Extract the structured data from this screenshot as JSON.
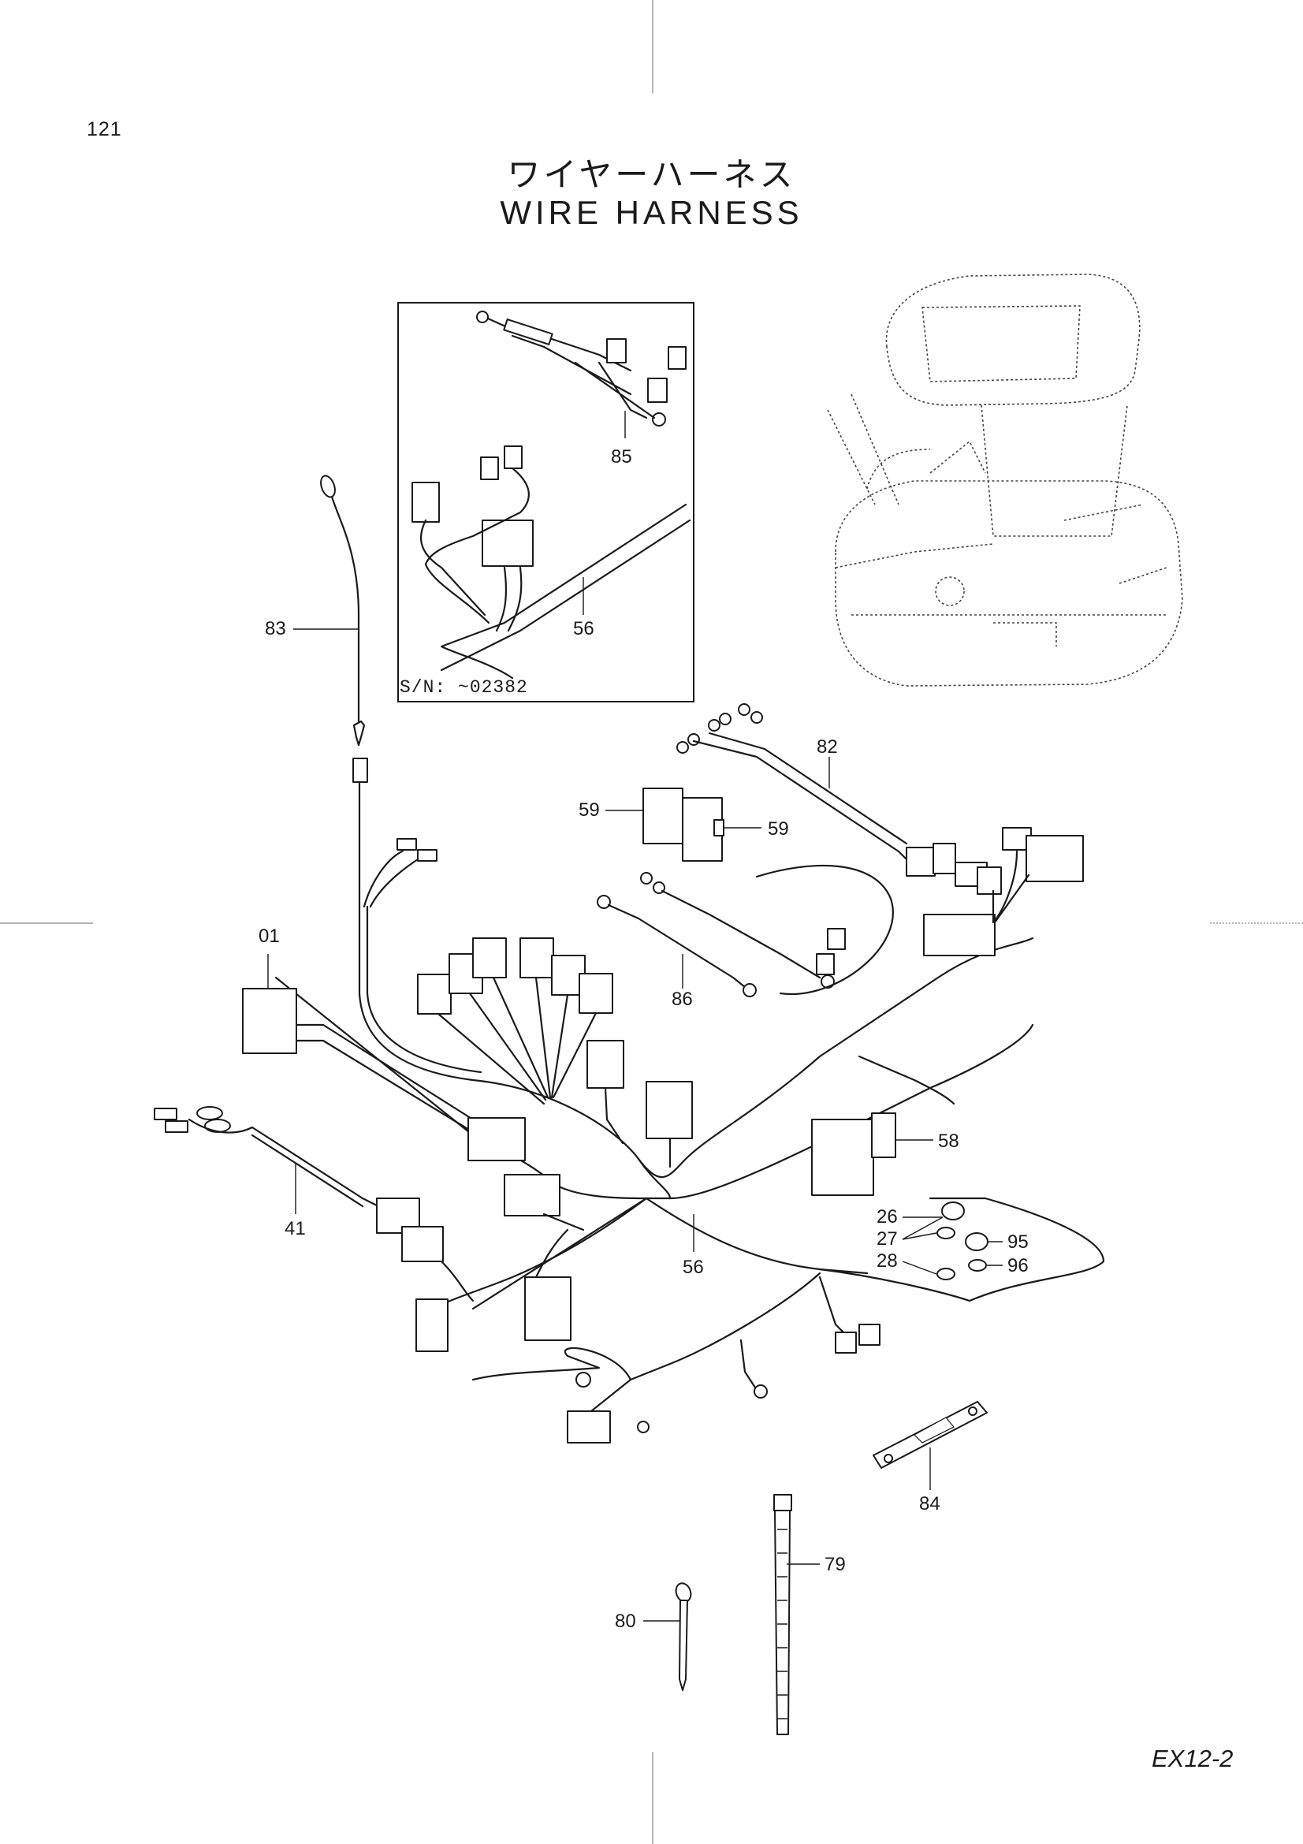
{
  "page": {
    "page_number": "121",
    "title_jp": "ワイヤーハーネス",
    "title_en": "WIRE  HARNESS",
    "doc_code": "EX12-2"
  },
  "inset": {
    "serial_note": "S/N:  ~02382"
  },
  "callouts": [
    {
      "id": "c-85",
      "label": "85"
    },
    {
      "id": "c-56-inset",
      "label": "56"
    },
    {
      "id": "c-83",
      "label": "83"
    },
    {
      "id": "c-82",
      "label": "82"
    },
    {
      "id": "c-59a",
      "label": "59"
    },
    {
      "id": "c-59b",
      "label": "59"
    },
    {
      "id": "c-01",
      "label": "01"
    },
    {
      "id": "c-86",
      "label": "86"
    },
    {
      "id": "c-58",
      "label": "58"
    },
    {
      "id": "c-41",
      "label": "41"
    },
    {
      "id": "c-26",
      "label": "26"
    },
    {
      "id": "c-27",
      "label": "27"
    },
    {
      "id": "c-28",
      "label": "28"
    },
    {
      "id": "c-95",
      "label": "95"
    },
    {
      "id": "c-96",
      "label": "96"
    },
    {
      "id": "c-56",
      "label": "56"
    },
    {
      "id": "c-84",
      "label": "84"
    },
    {
      "id": "c-79",
      "label": "79"
    },
    {
      "id": "c-80",
      "label": "80"
    }
  ],
  "colors": {
    "line": "#1a1a1a",
    "background": "#ffffff",
    "machine_outline": "#444444"
  }
}
